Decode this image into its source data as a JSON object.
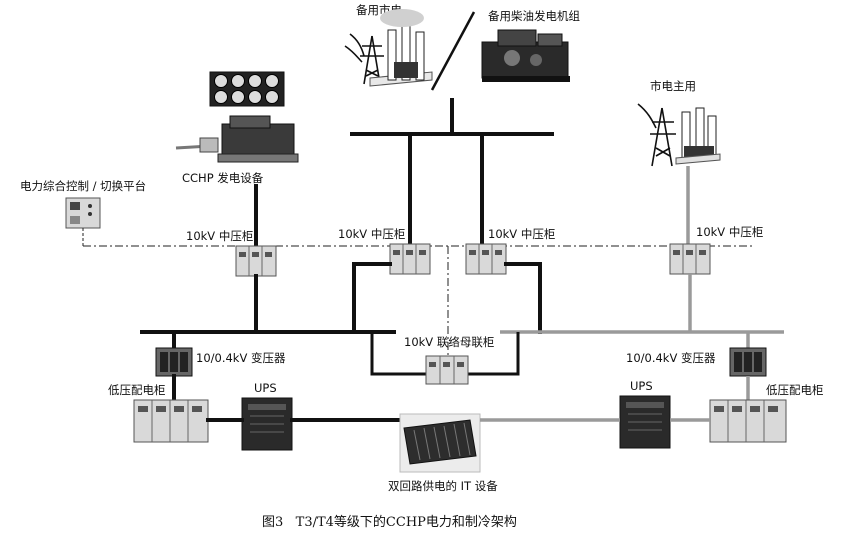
{
  "labels": {
    "backup_grid": "备用市电",
    "backup_diesel": "备用柴油发电机组",
    "grid_main": "市电主用",
    "cchp": "CCHP 发电设备",
    "control_platform": "电力综合控制 / 切换平台",
    "mv_cabinet_1": "10kV 中压柜",
    "mv_cabinet_2": "10kV 中压柜",
    "mv_cabinet_3": "10kV 中压柜",
    "mv_cabinet_4": "10kV 中压柜",
    "bus_tie": "10kV 联络母联柜",
    "transformer_left": "10/0.4kV 变压器",
    "transformer_right": "10/0.4kV 变压器",
    "lv_left": "低压配电柜",
    "lv_right": "低压配电柜",
    "ups_left": "UPS",
    "ups_right": "UPS",
    "it_equipment": "双回路供电的 IT 设备",
    "separator": "/"
  },
  "caption": "图3   T3/T4等级下的CCHP电力和制冷架构",
  "icons": [
    "tower-icon",
    "factory-icon",
    "generator-icon",
    "cooling-fan-icon",
    "switch-cabinet-icon",
    "transformer-icon",
    "ups-icon",
    "server-rack-icon"
  ]
}
